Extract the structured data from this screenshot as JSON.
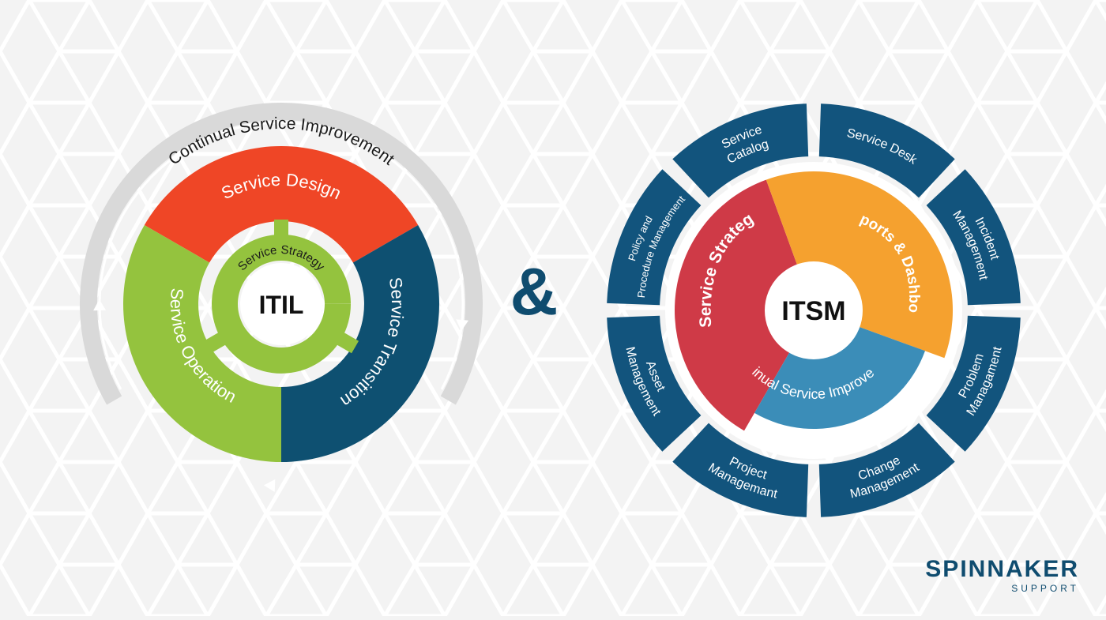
{
  "itil": {
    "outer_label": "Continual Service Improvement",
    "center": "ITIL",
    "core": "Service Strategy",
    "segments": [
      {
        "label": "Service Design",
        "color": "#ef4626"
      },
      {
        "label": "Service Transition",
        "color": "#0e5071"
      },
      {
        "label": "Service Operation",
        "color": "#94c33e"
      }
    ],
    "ring_color": "#d9d9d9",
    "core_color": "#94c33e"
  },
  "ampersand": "&",
  "itsm": {
    "center": "ITSM",
    "inner": [
      {
        "label": "Service Strategy",
        "color": "#cf3a47"
      },
      {
        "label": "Reports & Dashboard",
        "color": "#f5a12f"
      },
      {
        "label": "Continual Service Improvement",
        "color": "#3b8db8"
      }
    ],
    "outer_color": "#12547d",
    "outer": [
      "Service Desk",
      "Incident Management",
      "Problem Managament",
      "Change Management",
      "Project Managemant",
      "Asset Management",
      "Policy and Procedure Management",
      "Service Catalog"
    ]
  },
  "brand": {
    "name": "SPINNAKER",
    "sub": "SUPPORT",
    "color": "#0f4c6f",
    "accent": "#7cc242"
  }
}
